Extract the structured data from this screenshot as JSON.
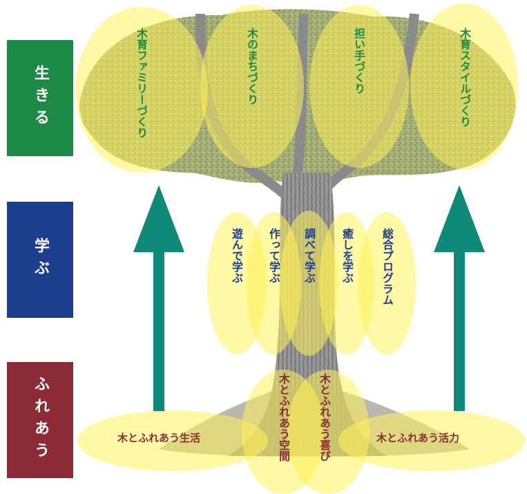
{
  "levels": {
    "live": {
      "label": "生きる",
      "color": "#1b8a45"
    },
    "learn": {
      "label": "学ぶ",
      "color": "#1d3e8c"
    },
    "touch": {
      "label": "ふれあう",
      "color": "#8c2a35"
    }
  },
  "canopy": [
    {
      "label": "木育ファミリーづくり"
    },
    {
      "label": "木のまちづくり"
    },
    {
      "label": "担い手づくり"
    },
    {
      "label": "木育スタイルづくり"
    }
  ],
  "learning": [
    {
      "label": "遊んで学ぶ"
    },
    {
      "label": "作って学ぶ"
    },
    {
      "label": "調べて学ぶ"
    },
    {
      "label": "癒しを学ぶ"
    },
    {
      "label": "総合プログラム"
    }
  ],
  "roots": {
    "left": "木とふれあう生活",
    "center_left": "木とふれあう空間",
    "center_right": "木とふれあう喜び",
    "right": "木とふれあう活力"
  },
  "colors": {
    "ellipse_fill": "#fff35a",
    "canopy_text": "#1b8a45",
    "learn_text": "#1d3e8c",
    "root_text": "#8c2a35",
    "arrow": "#0f8a78",
    "trunk": "#8a8a8a",
    "tree": "#9aa76a"
  },
  "icons": {
    "arrow_left": "up-arrow-icon",
    "arrow_right": "up-arrow-icon"
  }
}
